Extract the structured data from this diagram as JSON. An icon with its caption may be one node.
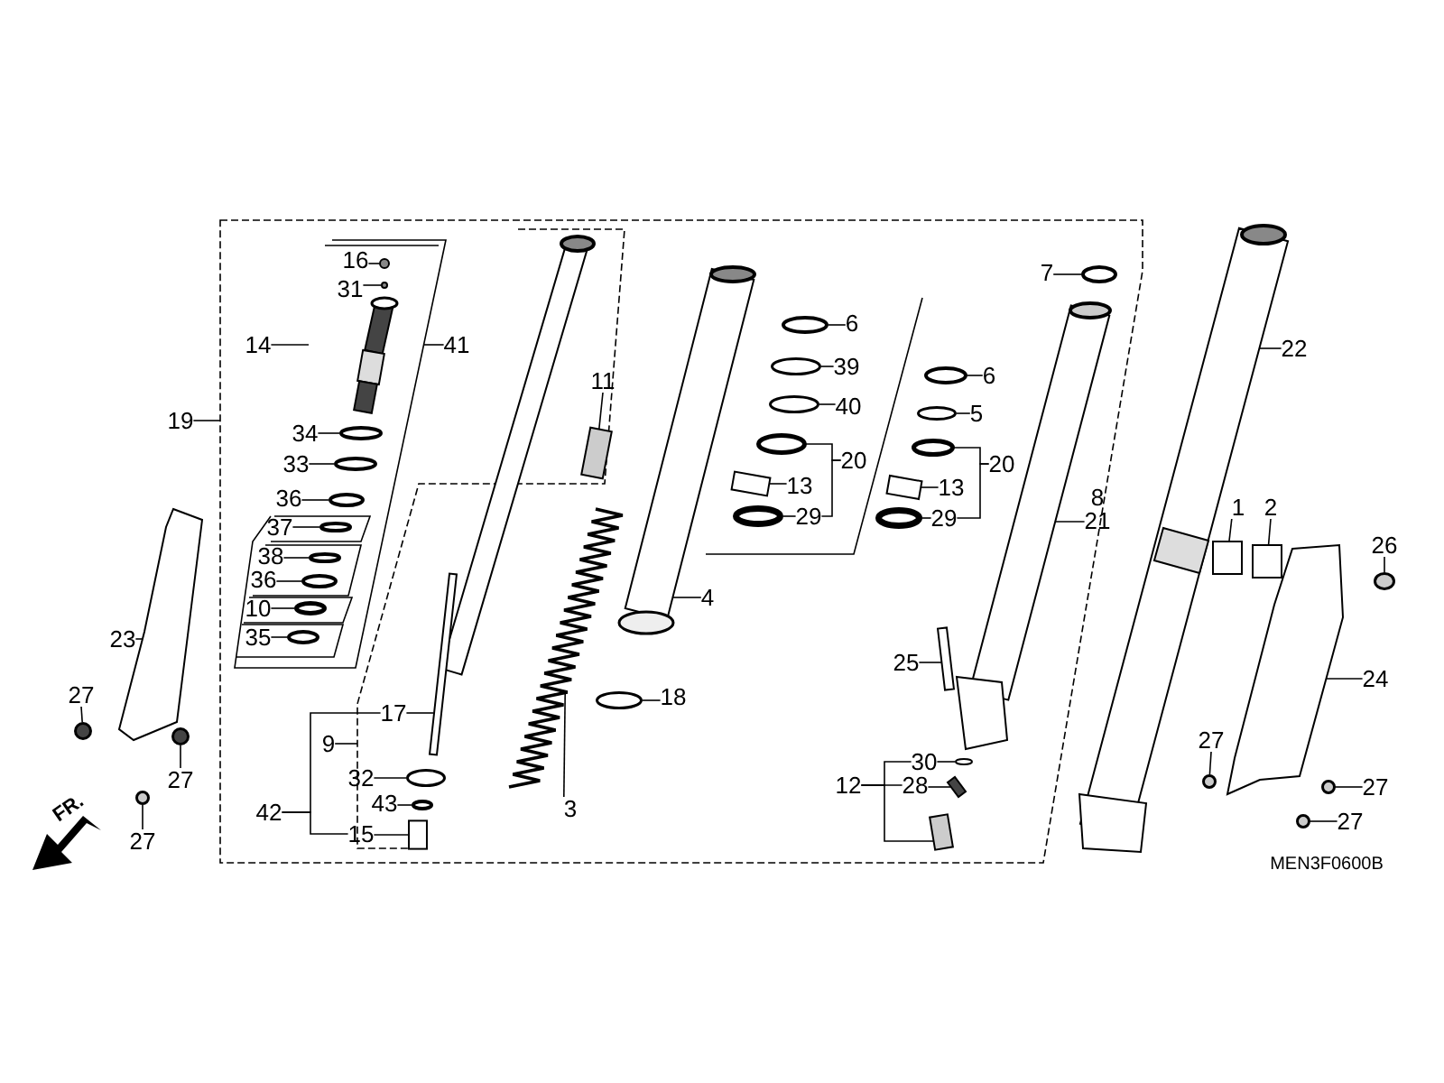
{
  "diagram": {
    "nodes": [
      {
        "text": [
          "16"
        ]
      },
      {
        "text": [
          "31"
        ]
      },
      {
        "text": [
          "14"
        ]
      },
      {
        "text": [
          "41"
        ]
      },
      {
        "text": [
          "19"
        ]
      },
      {
        "text": [
          "34"
        ]
      },
      {
        "text": [
          "33"
        ]
      },
      {
        "text": [
          "36"
        ]
      },
      {
        "text": [
          "37"
        ]
      },
      {
        "text": [
          "38"
        ]
      },
      {
        "text": [
          "36"
        ]
      },
      {
        "text": [
          "10"
        ]
      },
      {
        "text": [
          "35"
        ]
      },
      {
        "text": [
          "23"
        ]
      },
      {
        "text": [
          "27"
        ]
      },
      {
        "text": [
          "27"
        ]
      },
      {
        "text": [
          "27"
        ]
      },
      {
        "text": [
          "11"
        ]
      },
      {
        "text": [
          "17"
        ]
      },
      {
        "text": [
          "9"
        ]
      },
      {
        "text": [
          "32"
        ]
      },
      {
        "text": [
          "3"
        ]
      },
      {
        "text": [
          "43"
        ]
      },
      {
        "text": [
          "42"
        ]
      },
      {
        "text": [
          "15"
        ]
      },
      {
        "text": [
          "4"
        ]
      },
      {
        "text": [
          "18"
        ]
      },
      {
        "text": [
          "6"
        ]
      },
      {
        "text": [
          "39"
        ]
      },
      {
        "text": [
          "40"
        ]
      },
      {
        "text": [
          "20"
        ]
      },
      {
        "text": [
          "13"
        ]
      },
      {
        "text": [
          "29"
        ]
      },
      {
        "text": [
          "6"
        ]
      },
      {
        "text": [
          "5"
        ]
      },
      {
        "text": [
          "20"
        ]
      },
      {
        "text": [
          "13"
        ]
      },
      {
        "text": [
          "29"
        ]
      },
      {
        "text": [
          "7"
        ]
      },
      {
        "text": [
          "8",
          "21"
        ]
      },
      {
        "text": [
          "22"
        ]
      },
      {
        "text": [
          "25"
        ]
      },
      {
        "text": [
          "12"
        ]
      },
      {
        "text": [
          "30"
        ]
      },
      {
        "text": [
          "28"
        ]
      },
      {
        "text": [
          "1"
        ]
      },
      {
        "text": [
          "2"
        ]
      },
      {
        "text": [
          "26"
        ]
      },
      {
        "text": [
          "24"
        ]
      },
      {
        "text": [
          "27"
        ]
      },
      {
        "text": [
          "27"
        ]
      },
      {
        "text": [
          "27"
        ]
      },
      {
        "text": [],
        "shape": "circle"
      },
      {
        "text": [],
        "shape": "circle"
      },
      {
        "text": [],
        "shape": "circle"
      },
      {
        "text": [],
        "shape": "circle"
      },
      {
        "text": [],
        "shape": "circle"
      },
      {
        "text": [],
        "shape": "circle"
      },
      {
        "text": [],
        "shape": "circle"
      },
      {
        "text": [],
        "shape": "circle"
      },
      {
        "text": [],
        "shape": "circle"
      },
      {
        "text": [],
        "shape": "circle"
      },
      {
        "text": [],
        "shape": "picture"
      },
      {
        "text": [],
        "shape": "circle"
      },
      {
        "text": [],
        "shape": "circle"
      },
      {
        "text": [],
        "shape": "circle"
      },
      {
        "text": [],
        "shape": "picture"
      },
      {
        "text": [],
        "shape": "picture"
      },
      {
        "text": [],
        "shape": "circle"
      },
      {
        "text": [],
        "shape": "picture"
      },
      {
        "text": [],
        "shape": "circle"
      },
      {
        "text": [],
        "shape": "box"
      },
      {
        "text": [],
        "shape": "picture"
      },
      {
        "text": [],
        "shape": "circle"
      },
      {
        "text": [],
        "shape": "circle"
      },
      {
        "text": [],
        "shape": "circle"
      },
      {
        "text": [],
        "shape": "circle"
      },
      {
        "text": [],
        "shape": "circle"
      },
      {
        "text": [],
        "shape": "box"
      },
      {
        "text": [],
        "shape": "circle"
      },
      {
        "text": [],
        "shape": "circle"
      },
      {
        "text": [],
        "shape": "circle"
      },
      {
        "text": [],
        "shape": "circle"
      },
      {
        "text": [],
        "shape": "box"
      },
      {
        "text": [],
        "shape": "circle"
      },
      {
        "text": [],
        "shape": "circle"
      },
      {
        "text": [],
        "shape": "picture"
      },
      {
        "text": [],
        "shape": "picture"
      },
      {
        "text": [],
        "shape": "picture"
      },
      {
        "text": [],
        "shape": "circle"
      },
      {
        "text": [],
        "shape": "picture"
      },
      {
        "text": [],
        "shape": "picture"
      },
      {
        "text": [],
        "shape": "box"
      },
      {
        "text": [],
        "shape": "box"
      },
      {
        "text": [],
        "shape": "circle"
      },
      {
        "text": [],
        "shape": "picture"
      },
      {
        "text": [],
        "shape": "circle"
      },
      {
        "text": [],
        "shape": "circle"
      },
      {
        "text": [],
        "shape": "circle"
      }
    ],
    "edges": [
      {
        "from": 0,
        "to": 52,
        "arrow": "none"
      },
      {
        "from": 1,
        "to": 53,
        "arrow": "none"
      },
      {
        "from": 2,
        "to": null,
        "arrow": "none"
      },
      {
        "from": 3,
        "to": null,
        "arrow": "none"
      },
      {
        "from": 4,
        "to": null,
        "arrow": "none"
      },
      {
        "from": 5,
        "to": 54,
        "arrow": "none"
      },
      {
        "from": 6,
        "to": 55,
        "arrow": "none"
      },
      {
        "from": 7,
        "to": 56,
        "arrow": "none"
      },
      {
        "from": 8,
        "to": 57,
        "arrow": "none"
      },
      {
        "from": 9,
        "to": 58,
        "arrow": "none"
      },
      {
        "from": 10,
        "to": 59,
        "arrow": "none"
      },
      {
        "from": 11,
        "to": 60,
        "arrow": "none"
      },
      {
        "from": 12,
        "to": 61,
        "arrow": "none"
      },
      {
        "from": 13,
        "to": 62,
        "arrow": "none"
      },
      {
        "from": 14,
        "to": 63,
        "arrow": "none"
      },
      {
        "from": 15,
        "to": 64,
        "arrow": "none"
      },
      {
        "from": 16,
        "to": 65,
        "arrow": "none"
      },
      {
        "from": 17,
        "to": 66,
        "arrow": "none"
      },
      {
        "from": 18,
        "to": 67,
        "arrow": "none"
      },
      {
        "from": 19,
        "to": null,
        "arrow": "none"
      },
      {
        "from": 20,
        "to": 68,
        "arrow": "none"
      },
      {
        "from": 21,
        "to": 69,
        "arrow": "none"
      },
      {
        "from": 22,
        "to": 70,
        "arrow": "none"
      },
      {
        "from": 23,
        "to": 18,
        "arrow": "none"
      },
      {
        "from": 23,
        "to": 24,
        "arrow": "none"
      },
      {
        "from": 24,
        "to": 71,
        "arrow": "none"
      },
      {
        "from": 25,
        "to": 72,
        "arrow": "none"
      },
      {
        "from": 26,
        "to": 73,
        "arrow": "none"
      },
      {
        "from": 27,
        "to": 74,
        "arrow": "none"
      },
      {
        "from": 28,
        "to": 75,
        "arrow": "none"
      },
      {
        "from": 29,
        "to": 76,
        "arrow": "none"
      },
      {
        "from": 30,
        "to": 77,
        "arrow": "none"
      },
      {
        "from": 30,
        "to": 32,
        "arrow": "none"
      },
      {
        "from": 31,
        "to": 78,
        "arrow": "none"
      },
      {
        "from": 32,
        "to": 79,
        "arrow": "none"
      },
      {
        "from": 33,
        "to": 80,
        "arrow": "none"
      },
      {
        "from": 34,
        "to": 81,
        "arrow": "none"
      },
      {
        "from": 35,
        "to": 82,
        "arrow": "none"
      },
      {
        "from": 35,
        "to": 37,
        "arrow": "none"
      },
      {
        "from": 36,
        "to": 83,
        "arrow": "none"
      },
      {
        "from": 37,
        "to": 84,
        "arrow": "none"
      },
      {
        "from": 38,
        "to": 85,
        "arrow": "none"
      },
      {
        "from": 39,
        "to": 86,
        "arrow": "none"
      },
      {
        "from": 40,
        "to": 87,
        "arrow": "none"
      },
      {
        "from": 41,
        "to": 88,
        "arrow": "none"
      },
      {
        "from": 42,
        "to": 43,
        "arrow": "none"
      },
      {
        "from": 42,
        "to": 44,
        "arrow": "none"
      },
      {
        "from": 42,
        "to": 91,
        "arrow": "none"
      },
      {
        "from": 43,
        "to": 89,
        "arrow": "none"
      },
      {
        "from": 44,
        "to": 90,
        "arrow": "none"
      },
      {
        "from": 45,
        "to": 92,
        "arrow": "none"
      },
      {
        "from": 46,
        "to": 93,
        "arrow": "none"
      },
      {
        "from": 47,
        "to": 94,
        "arrow": "none"
      },
      {
        "from": 48,
        "to": 95,
        "arrow": "none"
      },
      {
        "from": 49,
        "to": 96,
        "arrow": "none"
      },
      {
        "from": 50,
        "to": 97,
        "arrow": "none"
      },
      {
        "from": 51,
        "to": 98,
        "arrow": "none"
      }
    ],
    "labels": [
      "FR.",
      "MEN3F0600B"
    ]
  }
}
